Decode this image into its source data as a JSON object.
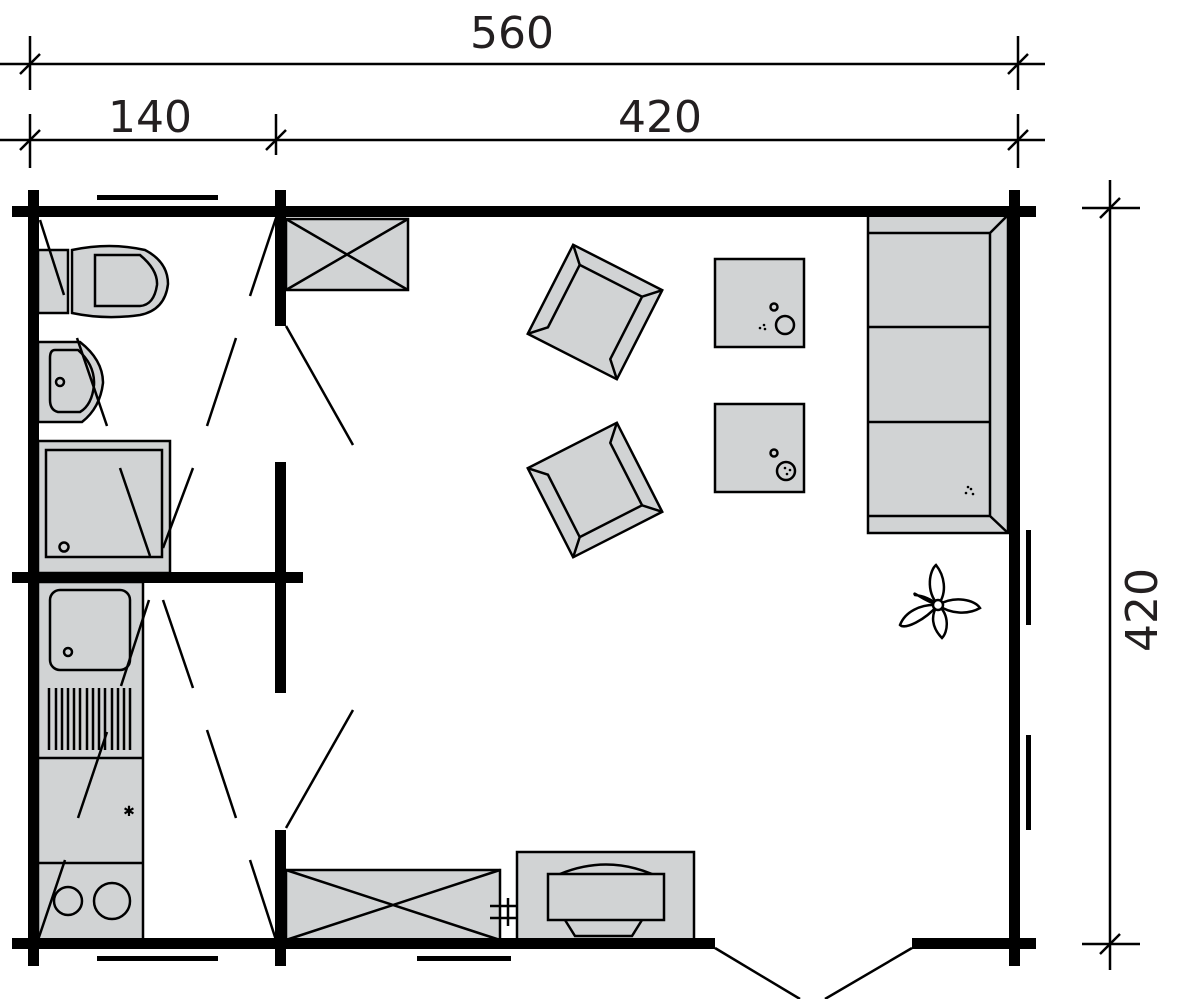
{
  "dimensions": {
    "total_width": "560",
    "room_left_width": "140",
    "room_right_width": "420",
    "depth": "420"
  },
  "colors": {
    "furniture_fill": "#d1d3d4",
    "walls": "#000000"
  }
}
